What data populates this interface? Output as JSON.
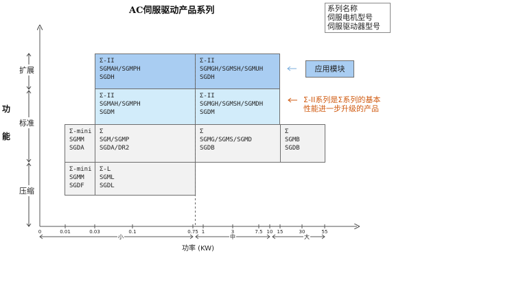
{
  "title": "AC伺服驱动产品系列",
  "legend": {
    "line1": "系列名称",
    "line2": "伺服电机型号",
    "line3": "伺服驱动器型号"
  },
  "y_axis": {
    "label_char1": "功",
    "label_char2": "能",
    "rows": [
      "扩展",
      "标准",
      "压缩"
    ]
  },
  "x_axis": {
    "ticks": [
      "0",
      "0.01",
      "0.03",
      "0.1",
      "0.75",
      "1",
      "3",
      "7.5",
      "10",
      "15",
      "30",
      "55"
    ],
    "ranges": [
      "小",
      "中",
      "大"
    ],
    "title": "功率 (KW)"
  },
  "cells": {
    "ext_left": [
      "Σ-II",
      "SGMAH/SGMPH",
      "SGDH"
    ],
    "ext_right": [
      "Σ-II",
      "SGMGH/SGMSH/SGMUH",
      "SGDH"
    ],
    "std_left": [
      "Σ-II",
      "SGMAH/SGMPH",
      "SGDM"
    ],
    "std_right": [
      "Σ-II",
      "SGMGH/SGMSH/SGMDH",
      "SGDM"
    ],
    "mini_top": [
      "Σ-mini",
      "SGMM",
      "SGDA"
    ],
    "sigma_mid": [
      "Σ",
      "SGM/SGMP",
      "SGDA/DR2"
    ],
    "sigma_right": [
      "Σ",
      "SGMG/SGMS/SGMD",
      "SGDB"
    ],
    "sigma_big": [
      "Σ",
      "SGMB",
      "SGDB"
    ],
    "mini_bottom": [
      "Σ-mini",
      "SGMM",
      "SGDF"
    ],
    "sigma_l": [
      "Σ-L",
      "SGML",
      "SGDL"
    ]
  },
  "annotations": {
    "app_module": "应用模块",
    "note_line1": "Σ-II系列是Σ系列的基本",
    "note_line2": "性能进一步升级的产品"
  },
  "colors": {
    "extension_fill": "#a9cdf2",
    "standard_fill": "#d2ecfa",
    "compact_fill": "#f2f2f2",
    "note_text": "#d05a10",
    "arrow_app": "#7aaede",
    "arrow_note": "#d05a10"
  }
}
